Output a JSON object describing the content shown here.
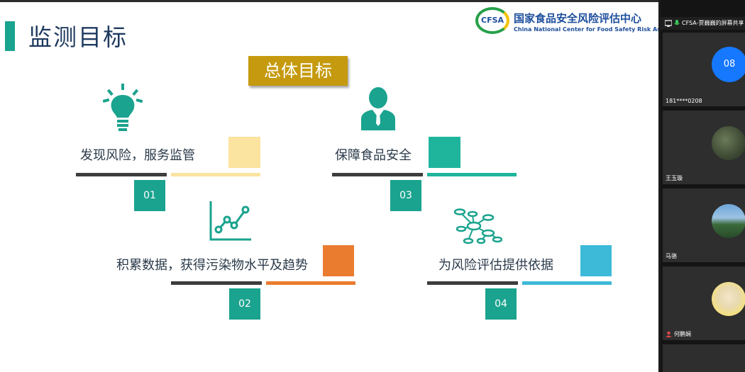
{
  "slide": {
    "title": "监测目标",
    "overall_label": "总体目标",
    "logo": {
      "abbr": "CFSA",
      "name_cn": "国家食品安全风险评估中心",
      "name_en": "China National Center for Food Safety Risk Assessment"
    },
    "items": [
      {
        "num": "01",
        "text": "发现风险，服务监管",
        "color": "#fbe3a0",
        "icon": "lightbulb-icon"
      },
      {
        "num": "02",
        "text": "积累数据，获得污染物水平及趋势",
        "color": "#ea7c30",
        "icon": "line-chart-icon"
      },
      {
        "num": "03",
        "text": "保障食品安全",
        "color": "#1fb59c",
        "icon": "person-icon"
      },
      {
        "num": "04",
        "text": "为风险评估提供依据",
        "color": "#3cbad7",
        "icon": "network-icon"
      }
    ]
  },
  "sidebar": {
    "share_label": "CFSA-贾巍巍的屏幕共享",
    "participants": [
      {
        "avatar_text": "08",
        "name": "181****0208"
      },
      {
        "avatar_text": "",
        "name": "王玉璇"
      },
      {
        "avatar_text": "",
        "name": "马骆"
      },
      {
        "avatar_text": "",
        "name": "何鹏娴"
      }
    ]
  }
}
